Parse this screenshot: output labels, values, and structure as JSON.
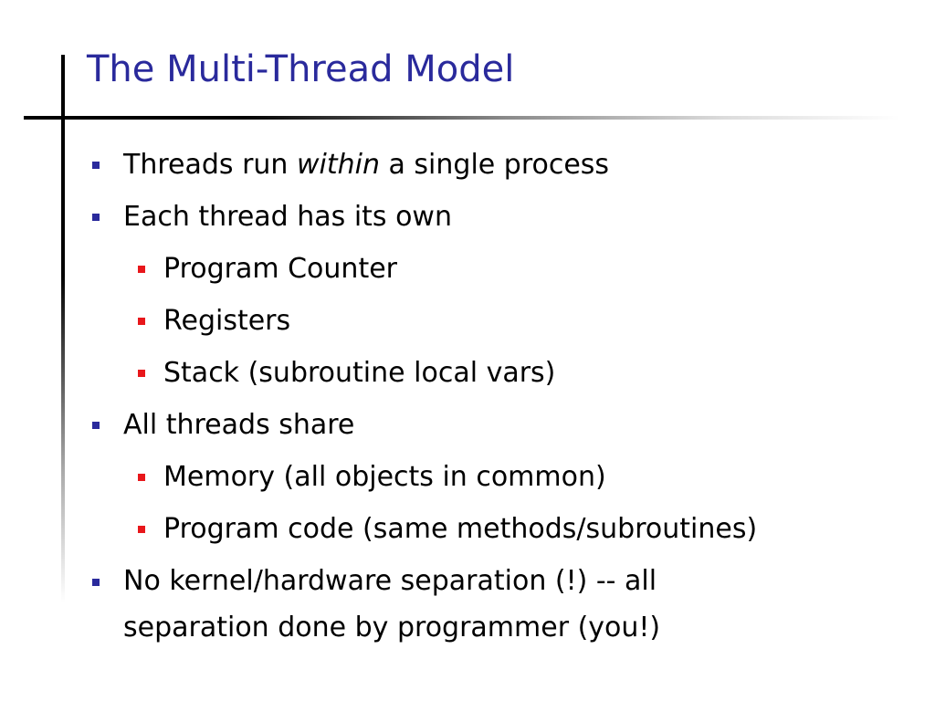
{
  "slide": {
    "title": "The Multi-Thread Model",
    "colors": {
      "title": "#2a2a9c",
      "level1_bullet": "#2a2a9c",
      "level2_bullet": "#e8171b",
      "text": "#000000",
      "background": "#ffffff"
    },
    "bullets": [
      {
        "level": 1,
        "pre": "Threads run ",
        "emph": "within",
        "post": " a single process"
      },
      {
        "level": 1,
        "text": "Each thread has its own"
      },
      {
        "level": 2,
        "text": "Program Counter"
      },
      {
        "level": 2,
        "text": "Registers"
      },
      {
        "level": 2,
        "text": "Stack (subroutine local vars)"
      },
      {
        "level": 1,
        "text": "All threads share"
      },
      {
        "level": 2,
        "text": "Memory (all objects in common)"
      },
      {
        "level": 2,
        "text": "Program code (same methods/subroutines)"
      },
      {
        "level": 1,
        "text": "No kernel/hardware separation (!) -- all separation done by programmer (you!)"
      }
    ]
  }
}
